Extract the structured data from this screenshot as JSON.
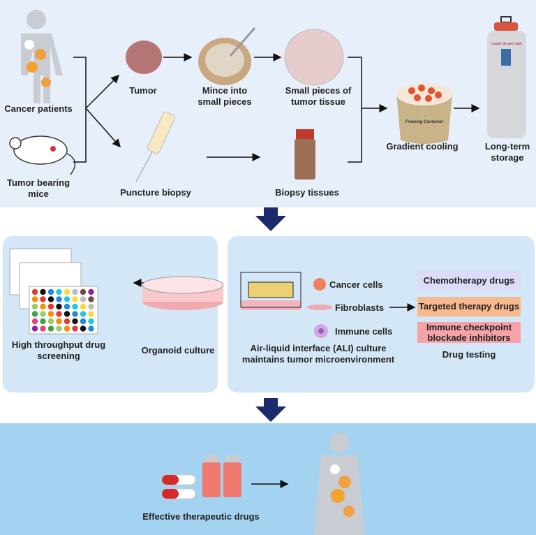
{
  "top": {
    "sources": [
      "Cancer patients",
      "Tumor bearing mice"
    ],
    "steps": {
      "tumor": "Tumor",
      "mince": "Mince into small pieces",
      "small_pieces": "Small pieces of tumor tissue",
      "puncture": "Puncture biopsy",
      "biopsy_tissues": "Biopsy tissues",
      "gradient_cooling": "Gradient cooling",
      "freezing_container_text": "Freezing Container",
      "long_term": "Long-term storage",
      "tank_text": "Liquid nitrogen tank"
    }
  },
  "left_panel": {
    "screening": "High throughput drug screening",
    "organoid": "Organoid culture"
  },
  "right_panel": {
    "cells": [
      "Cancer cells",
      "Fibroblasts",
      "Immune cells"
    ],
    "ali": "Air-liquid interface (ALI) culture maintains tumor microenvironment",
    "drugs": [
      {
        "label": "Chemotherapy drugs",
        "color": "#dcdcf8"
      },
      {
        "label": "Targeted therapy drugs",
        "color": "#f8b98e"
      },
      {
        "label": "Immune checkpoint blockade inhibitors",
        "color": "#f5a3a8"
      }
    ],
    "drug_testing": "Drug testing"
  },
  "bottom": {
    "effective": "Effective therapeutic drugs"
  },
  "colors": {
    "arrow_big": "#1a2a6c",
    "top_bg": "#e7f0fa",
    "panel_bg": "#d4e7f7",
    "bottom_bg": "#a3d3f0"
  }
}
